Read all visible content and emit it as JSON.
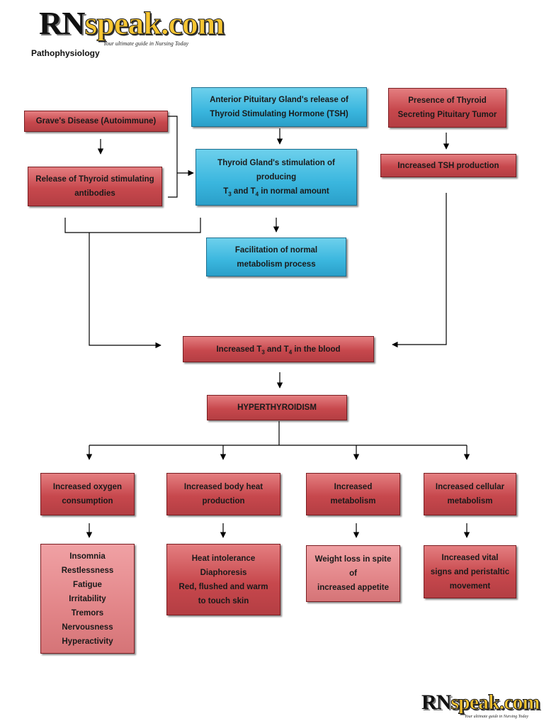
{
  "logo": {
    "rn": "RN",
    "speak": "speak.com",
    "tagline": "Your ultimate guide in Nursing Today"
  },
  "subtitle": "Pathophysiology",
  "nodes": {
    "graves": [
      "Grave's Disease (Autoimmune)"
    ],
    "antibodies": [
      "Release of Thyroid stimulating",
      "antibodies"
    ],
    "anterior_pituitary": [
      "Anterior Pituitary Gland's release of",
      "Thyroid Stimulating Hormone (TSH)"
    ],
    "thyroid_stimulation": {
      "line1": "Thyroid Gland's stimulation of",
      "line2": "producing",
      "t3_prefix": "T",
      "t3_sub": "3",
      "and": " and T",
      "t4_sub": "4",
      "suffix": " in normal amount"
    },
    "normal_metabolism": [
      "Facilitation of normal",
      "metabolism process"
    ],
    "tumor": [
      "Presence of Thyroid",
      "Secreting Pituitary Tumor"
    ],
    "tsh_production": [
      "Increased TSH production"
    ],
    "increased_t3_t4": {
      "prefix": "Increased T",
      "t3_sub": "3",
      "and": " and T",
      "t4_sub": "4",
      "suffix": " in the blood"
    },
    "hyperthyroidism": [
      "HYPERTHYROIDISM"
    ],
    "oxygen": [
      "Increased oxygen",
      "consumption"
    ],
    "body_heat": [
      "Increased body heat",
      "production"
    ],
    "metabolism": [
      "Increased",
      "metabolism"
    ],
    "cellular": [
      "Increased cellular",
      "metabolism"
    ],
    "oxygen_effects": [
      "Insomnia",
      "Restlessness",
      "Fatigue",
      "Irritability",
      "Tremors",
      "Nervousness",
      "Hyperactivity"
    ],
    "heat_effects": [
      "Heat intolerance",
      "Diaphoresis",
      "Red, flushed and warm",
      "to touch skin"
    ],
    "metabolism_effects": [
      "Weight loss in spite",
      "of",
      "increased appetite"
    ],
    "cellular_effects": [
      "Increased vital",
      "signs and peristaltic",
      "movement"
    ]
  }
}
